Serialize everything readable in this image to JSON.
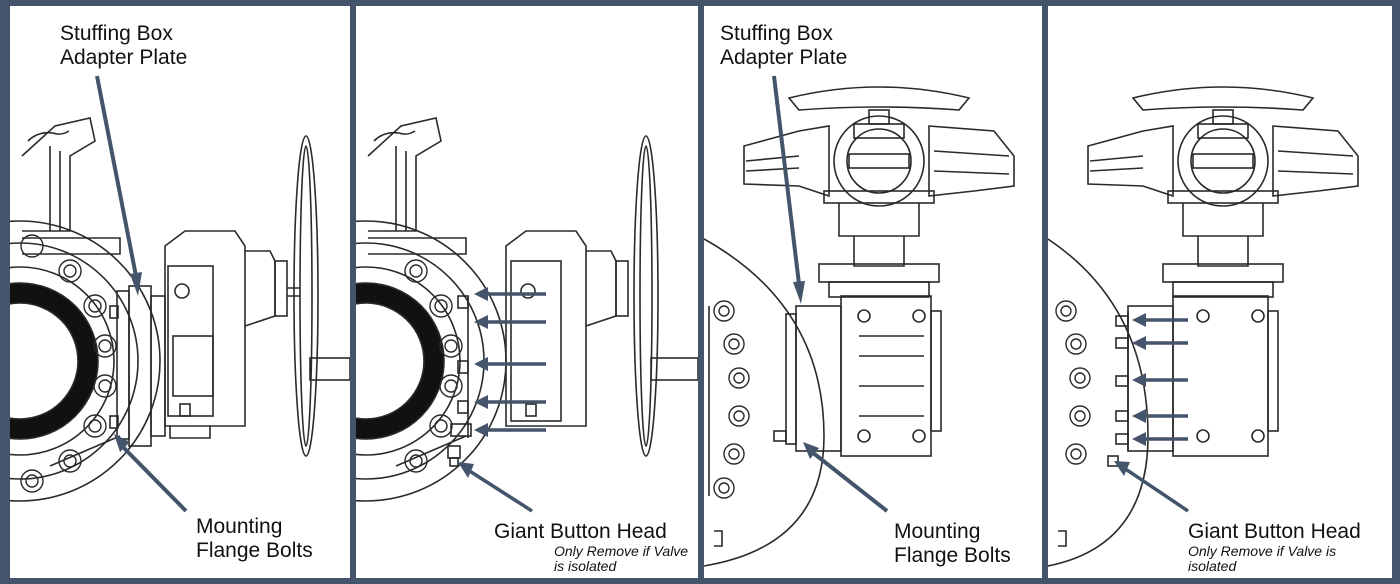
{
  "colors": {
    "frame": "#44546a",
    "arrow": "#44546a",
    "drawing": "#2a2a2a",
    "panel": "#ffffff"
  },
  "panels": [
    {
      "top_label": [
        "Stuffing Box",
        "Adapter Plate"
      ],
      "bottom_label": [
        "Mounting",
        "Flange Bolts"
      ]
    },
    {
      "bottom_label": [
        "Giant Button Head"
      ],
      "note": "Only Remove if Valve is isolated"
    },
    {
      "top_label": [
        "Stuffing Box",
        "Adapter Plate"
      ],
      "bottom_label": [
        "Mounting",
        "Flange Bolts"
      ]
    },
    {
      "bottom_label": [
        "Giant Button Head"
      ],
      "note": "Only Remove if Valve is isolated"
    }
  ]
}
